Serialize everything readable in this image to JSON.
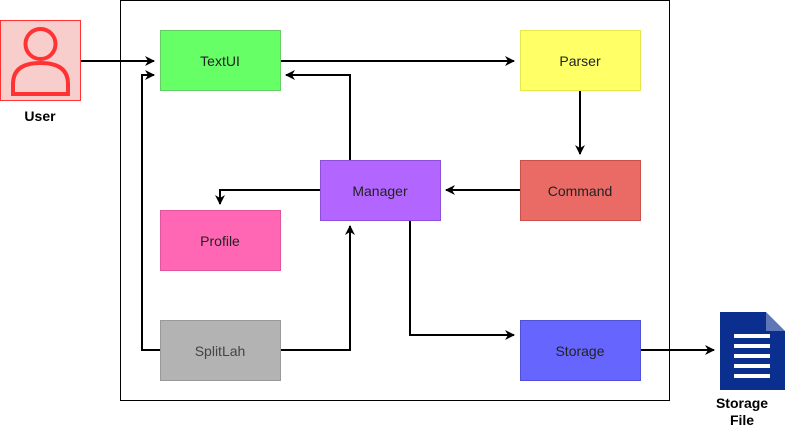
{
  "nodes": {
    "textui": {
      "label": "TextUI",
      "fill": "#66FF66",
      "stroke": "#66CC66"
    },
    "parser": {
      "label": "Parser",
      "fill": "#FFFF66",
      "stroke": "#E6E64D"
    },
    "command": {
      "label": "Command",
      "fill": "#EA6B66",
      "stroke": "#C9504B"
    },
    "manager": {
      "label": "Manager",
      "fill": "#B266FF",
      "stroke": "#8F4FD9"
    },
    "profile": {
      "label": "Profile",
      "fill": "#FF66B3",
      "stroke": "#E0559B"
    },
    "splitlah": {
      "label": "SplitLah",
      "fill": "#B3B3B3",
      "stroke": "#999999"
    },
    "storage": {
      "label": "Storage",
      "fill": "#6666FF",
      "stroke": "#5050D9"
    }
  },
  "actors": {
    "user": {
      "label": "User",
      "icon": "user-icon",
      "fill": "#F8CECC",
      "stroke": "#FF3333"
    },
    "storage_file": {
      "label_line1": "Storage",
      "label_line2": "File",
      "icon": "document-icon",
      "color": "#0A2F8F"
    }
  }
}
